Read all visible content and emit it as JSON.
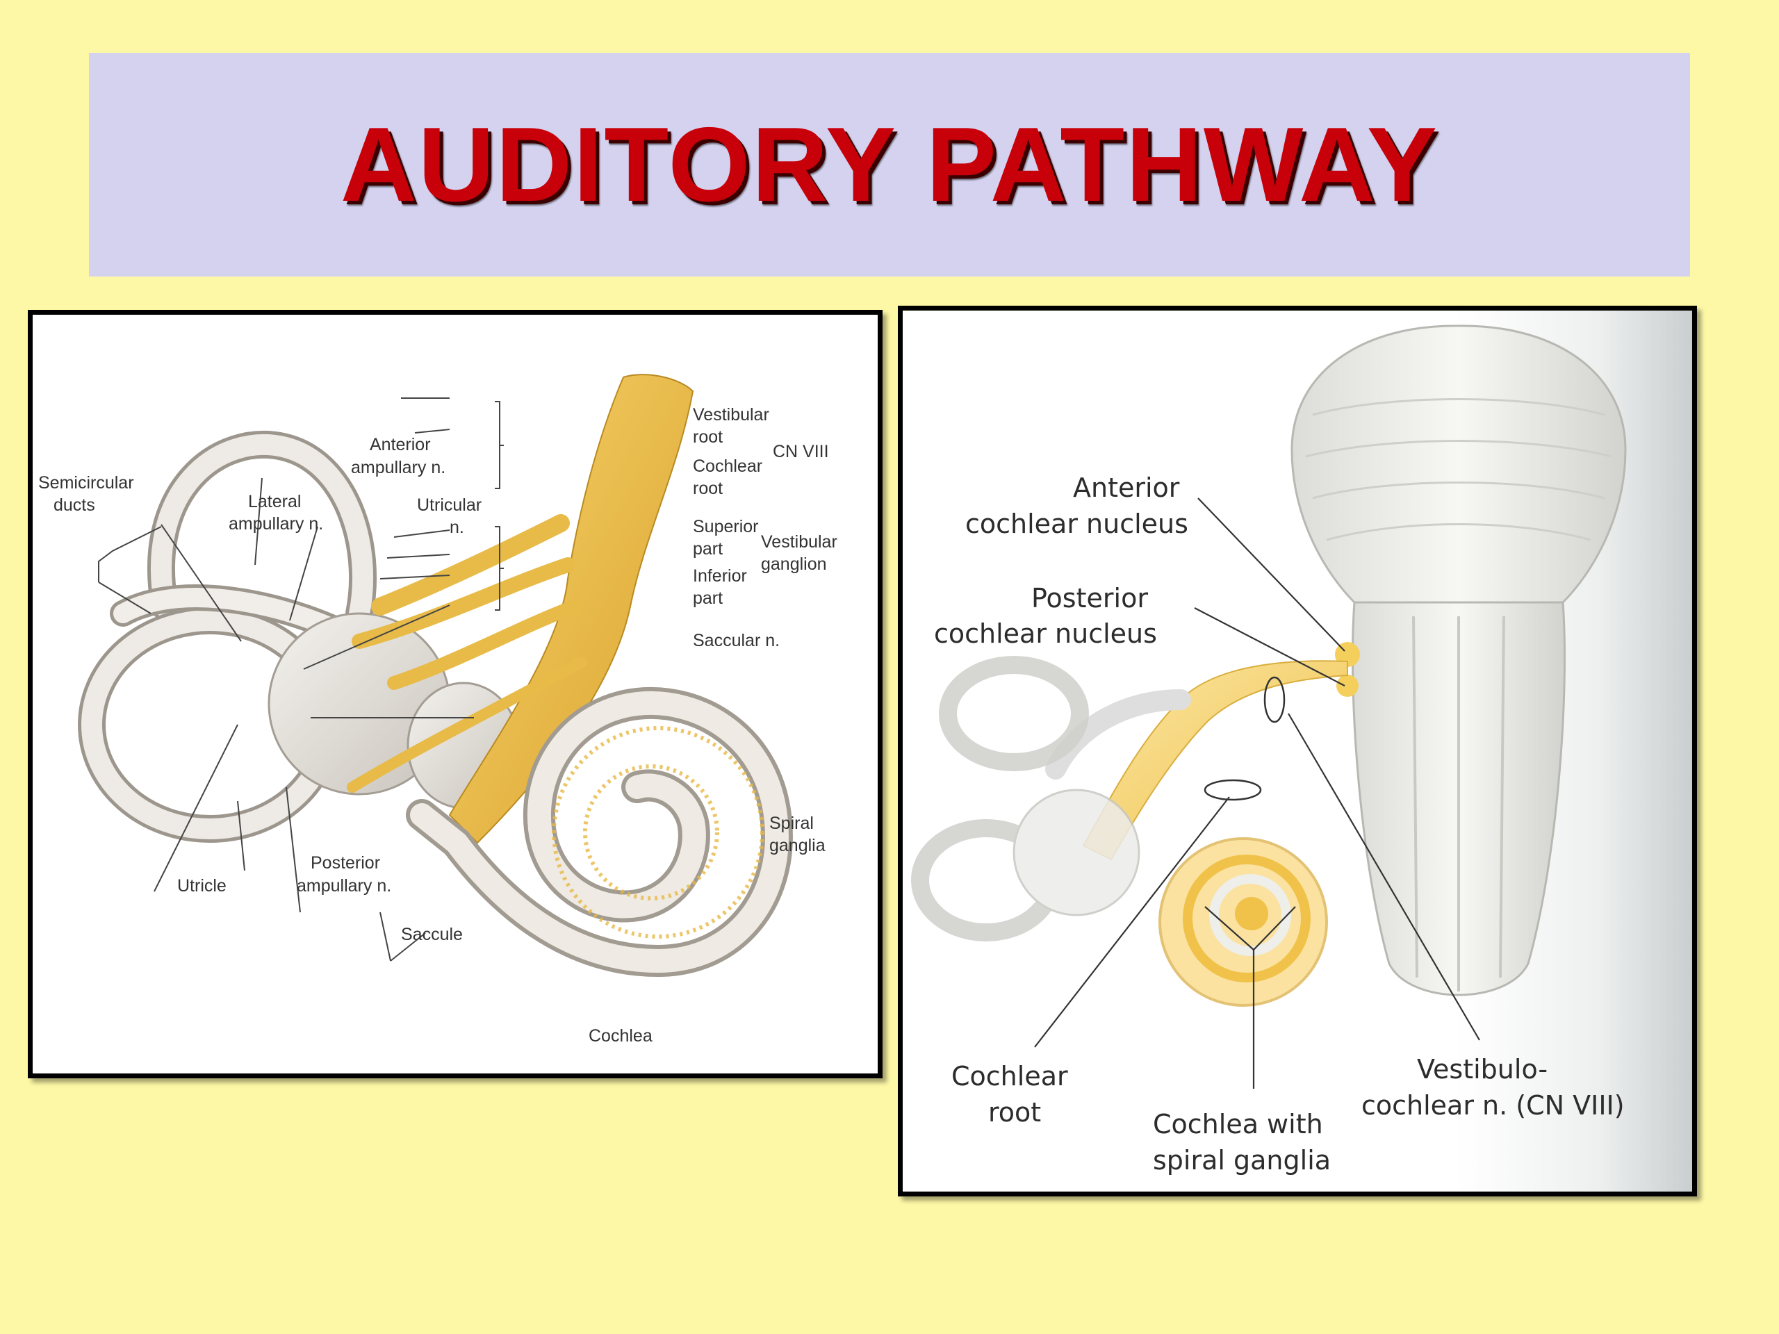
{
  "title": "AUDITORY PATHWAY",
  "left_figure": {
    "labels": {
      "semicircular_1": "Semicircular",
      "semicircular_2": "ducts",
      "lateral_amp_1": "Lateral",
      "lateral_amp_2": "ampullary n.",
      "anterior_amp_1": "Anterior",
      "anterior_amp_2": "ampullary n.",
      "utricular_1": "Utricular",
      "utricular_2": "n.",
      "vestibular_root_1": "Vestibular",
      "vestibular_root_2": "root",
      "cochlear_root_1": "Cochlear",
      "cochlear_root_2": "root",
      "cn8": "CN VIII",
      "superior_part_1": "Superior",
      "superior_part_2": "part",
      "inferior_part_1": "Inferior",
      "inferior_part_2": "part",
      "vest_ganglion_1": "Vestibular",
      "vest_ganglion_2": "ganglion",
      "saccular": "Saccular n.",
      "spiral_1": "Spiral",
      "spiral_2": "ganglia",
      "utricle": "Utricle",
      "posterior_amp_1": "Posterior",
      "posterior_amp_2": "ampullary n.",
      "saccule": "Saccule",
      "cochlea": "Cochlea"
    }
  },
  "right_figure": {
    "labels": {
      "ant_cn_1": "Anterior",
      "ant_cn_2": "cochlear nucleus",
      "post_cn_1": "Posterior",
      "post_cn_2": "cochlear nucleus",
      "cochlear_root_1": "Cochlear",
      "cochlear_root_2": "root",
      "cochlea_spiral_1": "Cochlea with",
      "cochlea_spiral_2": "spiral ganglia",
      "vcn_1": "Vestibulo-",
      "vcn_2": "cochlear n. (CN VIII)"
    }
  },
  "colors": {
    "background": "#fdf8a6",
    "banner": "#d4d2ee",
    "title": "#c8000a",
    "nerve": "#f0c24a"
  }
}
